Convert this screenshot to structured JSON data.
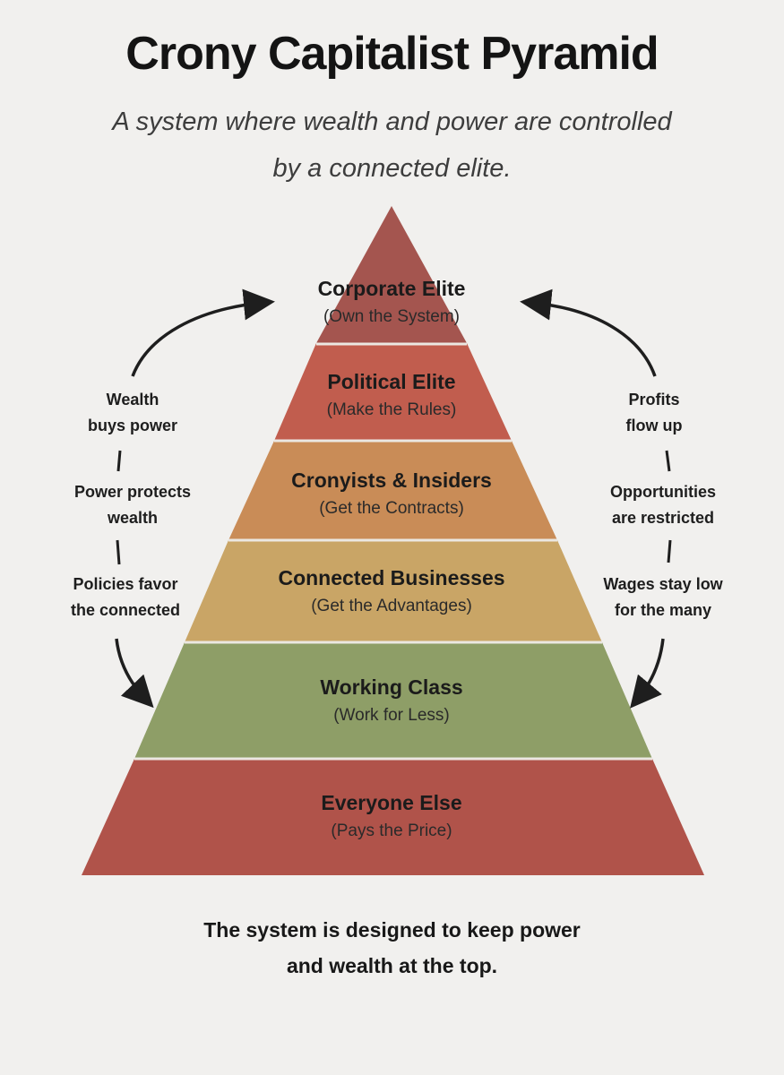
{
  "title": "Crony Capitalist Pyramid",
  "subtitle": {
    "line1": "A system where wealth and power are controlled",
    "line2": "by a connected elite."
  },
  "tiers": [
    {
      "name": "Corporate Elite",
      "description": "(Own the System)",
      "color": "#a4554f"
    },
    {
      "name": "Political Elite",
      "description": "(Make the Rules)",
      "color": "#c15d4e"
    },
    {
      "name": "Cronyists & Insiders",
      "description": "(Get the Contracts)",
      "color": "#c98c57"
    },
    {
      "name": "Connected Businesses",
      "description": "(Get the Advantages)",
      "color": "#c9a566"
    },
    {
      "name": "Working Class",
      "description": "(Work for Less)",
      "color": "#8e9e67"
    },
    {
      "name": "Everyone Else",
      "description": "(Pays the Price)",
      "color": "#b0534a"
    }
  ],
  "left_cycle": [
    {
      "line1": "Wealth",
      "line2": "buys power"
    },
    {
      "line1": "Power protects",
      "line2": "wealth"
    },
    {
      "line1": "Policies favor",
      "line2": "the connected"
    }
  ],
  "right_cycle": [
    {
      "line1": "Profits",
      "line2": "flow up"
    },
    {
      "line1": "Opportunities",
      "line2": "are restricted"
    },
    {
      "line1": "Wages stay low",
      "line2": "for the many"
    }
  ],
  "footer": {
    "line1": "The system is designed to keep power",
    "line2": "and wealth at the top."
  },
  "colors": {
    "background": "#f1f0ee",
    "arrow": "#1e1e1e",
    "divider": "#ebe7e1"
  }
}
